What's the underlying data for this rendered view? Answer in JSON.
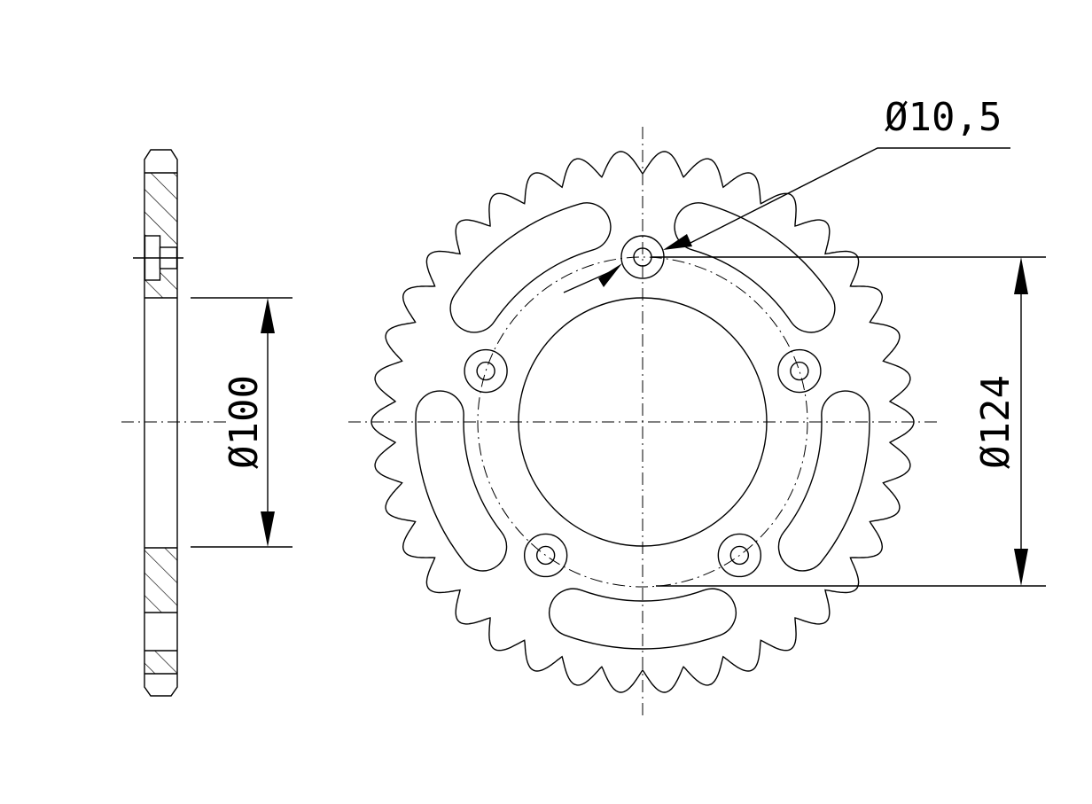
{
  "drawing": {
    "hole_diameter_label": "Ø10,5",
    "center_bore_label": "Ø100",
    "bolt_circle_label": "Ø124",
    "teeth_count": 38,
    "bolt_holes": 5,
    "slots": 5,
    "line_color": "#000000"
  }
}
